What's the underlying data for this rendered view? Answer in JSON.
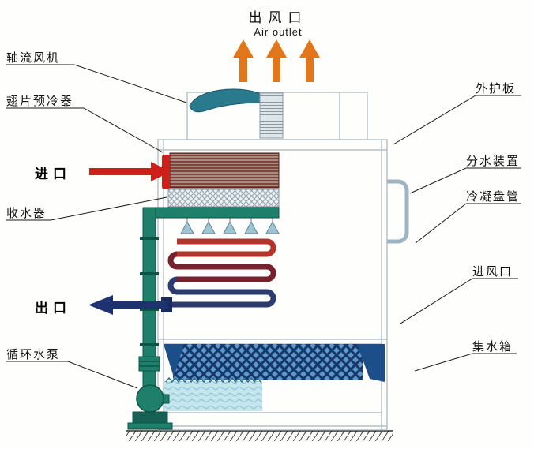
{
  "air_outlet_label": {
    "zh": "出风口",
    "en": "Air outlet"
  },
  "left_labels": [
    {
      "id": "axial-fan",
      "text": "轴流风机"
    },
    {
      "id": "fin-precooler",
      "text": "翅片预冷器"
    },
    {
      "id": "water-collector",
      "text": "收水器"
    },
    {
      "id": "circulating-pump",
      "text": "循环水泵"
    }
  ],
  "right_labels": [
    {
      "id": "outer-casing",
      "text": "外护板"
    },
    {
      "id": "water-distributor",
      "text": "分水装置"
    },
    {
      "id": "condenser-coil",
      "text": "冷凝盘管"
    },
    {
      "id": "air-inlet",
      "text": "进风口"
    },
    {
      "id": "water-tank",
      "text": "集水箱"
    }
  ],
  "ports": {
    "inlet": "进口",
    "outlet": "出口"
  },
  "colors": {
    "air_arrow_orange": "#e2761b",
    "inlet_red": "#cf1f1a",
    "outlet_navy": "#1f3270",
    "pipe_green": "#1e7f6a",
    "fan_teal": "#2a7a8e",
    "coil_red": "#b5332a",
    "coil_maroon": "#77202e",
    "coil_navy": "#2c3a6e",
    "basin_blue": "#1c4f8a",
    "water_cyan": "#c6e6ee",
    "outline_gray": "#a8b4bc"
  }
}
